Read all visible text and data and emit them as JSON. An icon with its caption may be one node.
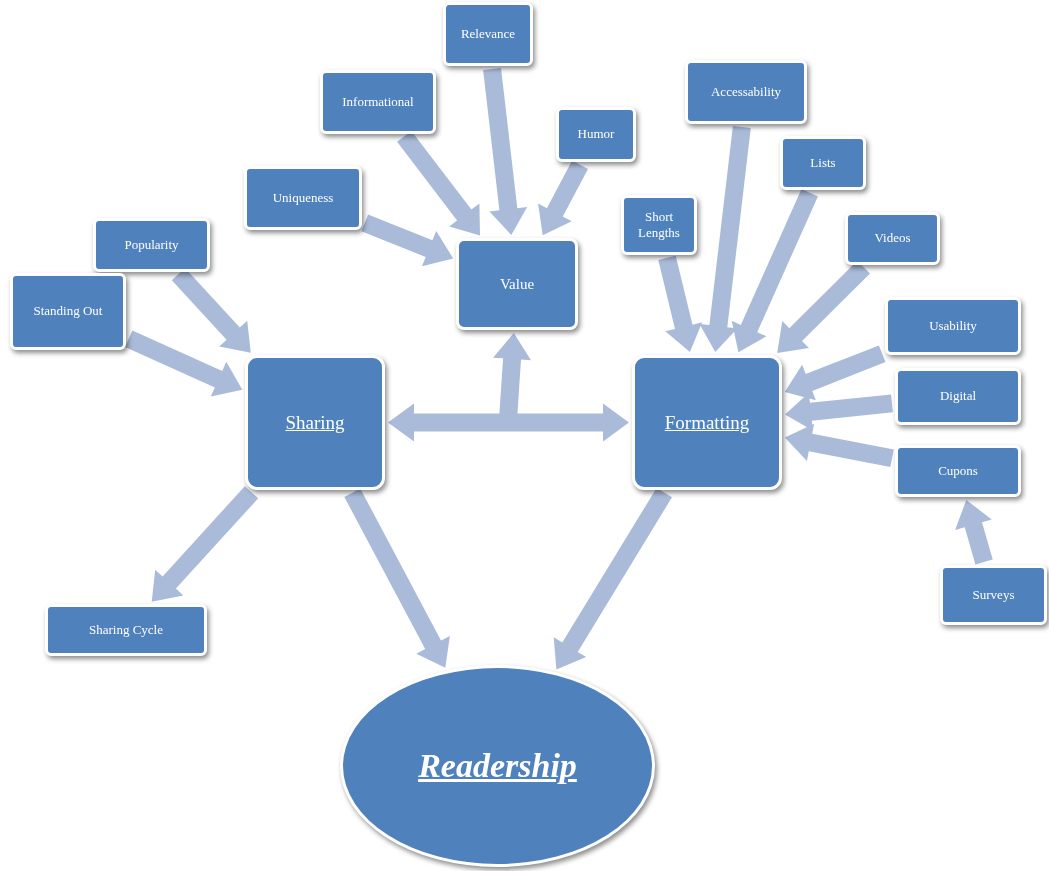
{
  "diagram": {
    "nodes": [
      {
        "text": [
          "Relevance"
        ]
      },
      {
        "text": [
          "Informational"
        ]
      },
      {
        "text": [
          "Humor"
        ]
      },
      {
        "text": [
          "Accessability"
        ]
      },
      {
        "text": [
          "Uniqueness"
        ]
      },
      {
        "text": [
          "Lists"
        ]
      },
      {
        "text": [
          "Popularity"
        ]
      },
      {
        "text": [
          "Short Lengths"
        ]
      },
      {
        "text": [
          "Value"
        ]
      },
      {
        "text": [
          "Videos"
        ]
      },
      {
        "text": [
          "Standing Out"
        ]
      },
      {
        "text": [
          "Sharing"
        ]
      },
      {
        "text": [
          "Formatting"
        ]
      },
      {
        "text": [
          "Usability"
        ]
      },
      {
        "text": [
          "Digital"
        ]
      },
      {
        "text": [
          "Cupons"
        ]
      },
      {
        "text": [
          "Sharing Cycle"
        ]
      },
      {
        "text": [
          "Surveys"
        ]
      },
      {
        "text": [
          "Readership"
        ]
      }
    ],
    "edges": [
      {
        "from": 0,
        "to": 8,
        "arrow": "to"
      },
      {
        "from": 1,
        "to": 8,
        "arrow": "to"
      },
      {
        "from": 2,
        "to": 8,
        "arrow": "to"
      },
      {
        "from": 4,
        "to": 8,
        "arrow": "to"
      },
      {
        "from": 6,
        "to": 11,
        "arrow": "to"
      },
      {
        "from": 10,
        "to": 11,
        "arrow": "to"
      },
      {
        "from": 11,
        "to": 12,
        "arrow": "both"
      },
      {
        "from": null,
        "to": 8,
        "arrow": "to"
      },
      {
        "from": 7,
        "to": 12,
        "arrow": "to"
      },
      {
        "from": 3,
        "to": 12,
        "arrow": "to"
      },
      {
        "from": 5,
        "to": 12,
        "arrow": "to"
      },
      {
        "from": 9,
        "to": 12,
        "arrow": "to"
      },
      {
        "from": 13,
        "to": 12,
        "arrow": "to"
      },
      {
        "from": 14,
        "to": 12,
        "arrow": "to"
      },
      {
        "from": 15,
        "to": 12,
        "arrow": "to"
      },
      {
        "from": 17,
        "to": 15,
        "arrow": "to"
      },
      {
        "from": 11,
        "to": 16,
        "arrow": "to"
      },
      {
        "from": 11,
        "to": 18,
        "arrow": "to"
      },
      {
        "from": 12,
        "to": 18,
        "arrow": "to"
      }
    ]
  }
}
